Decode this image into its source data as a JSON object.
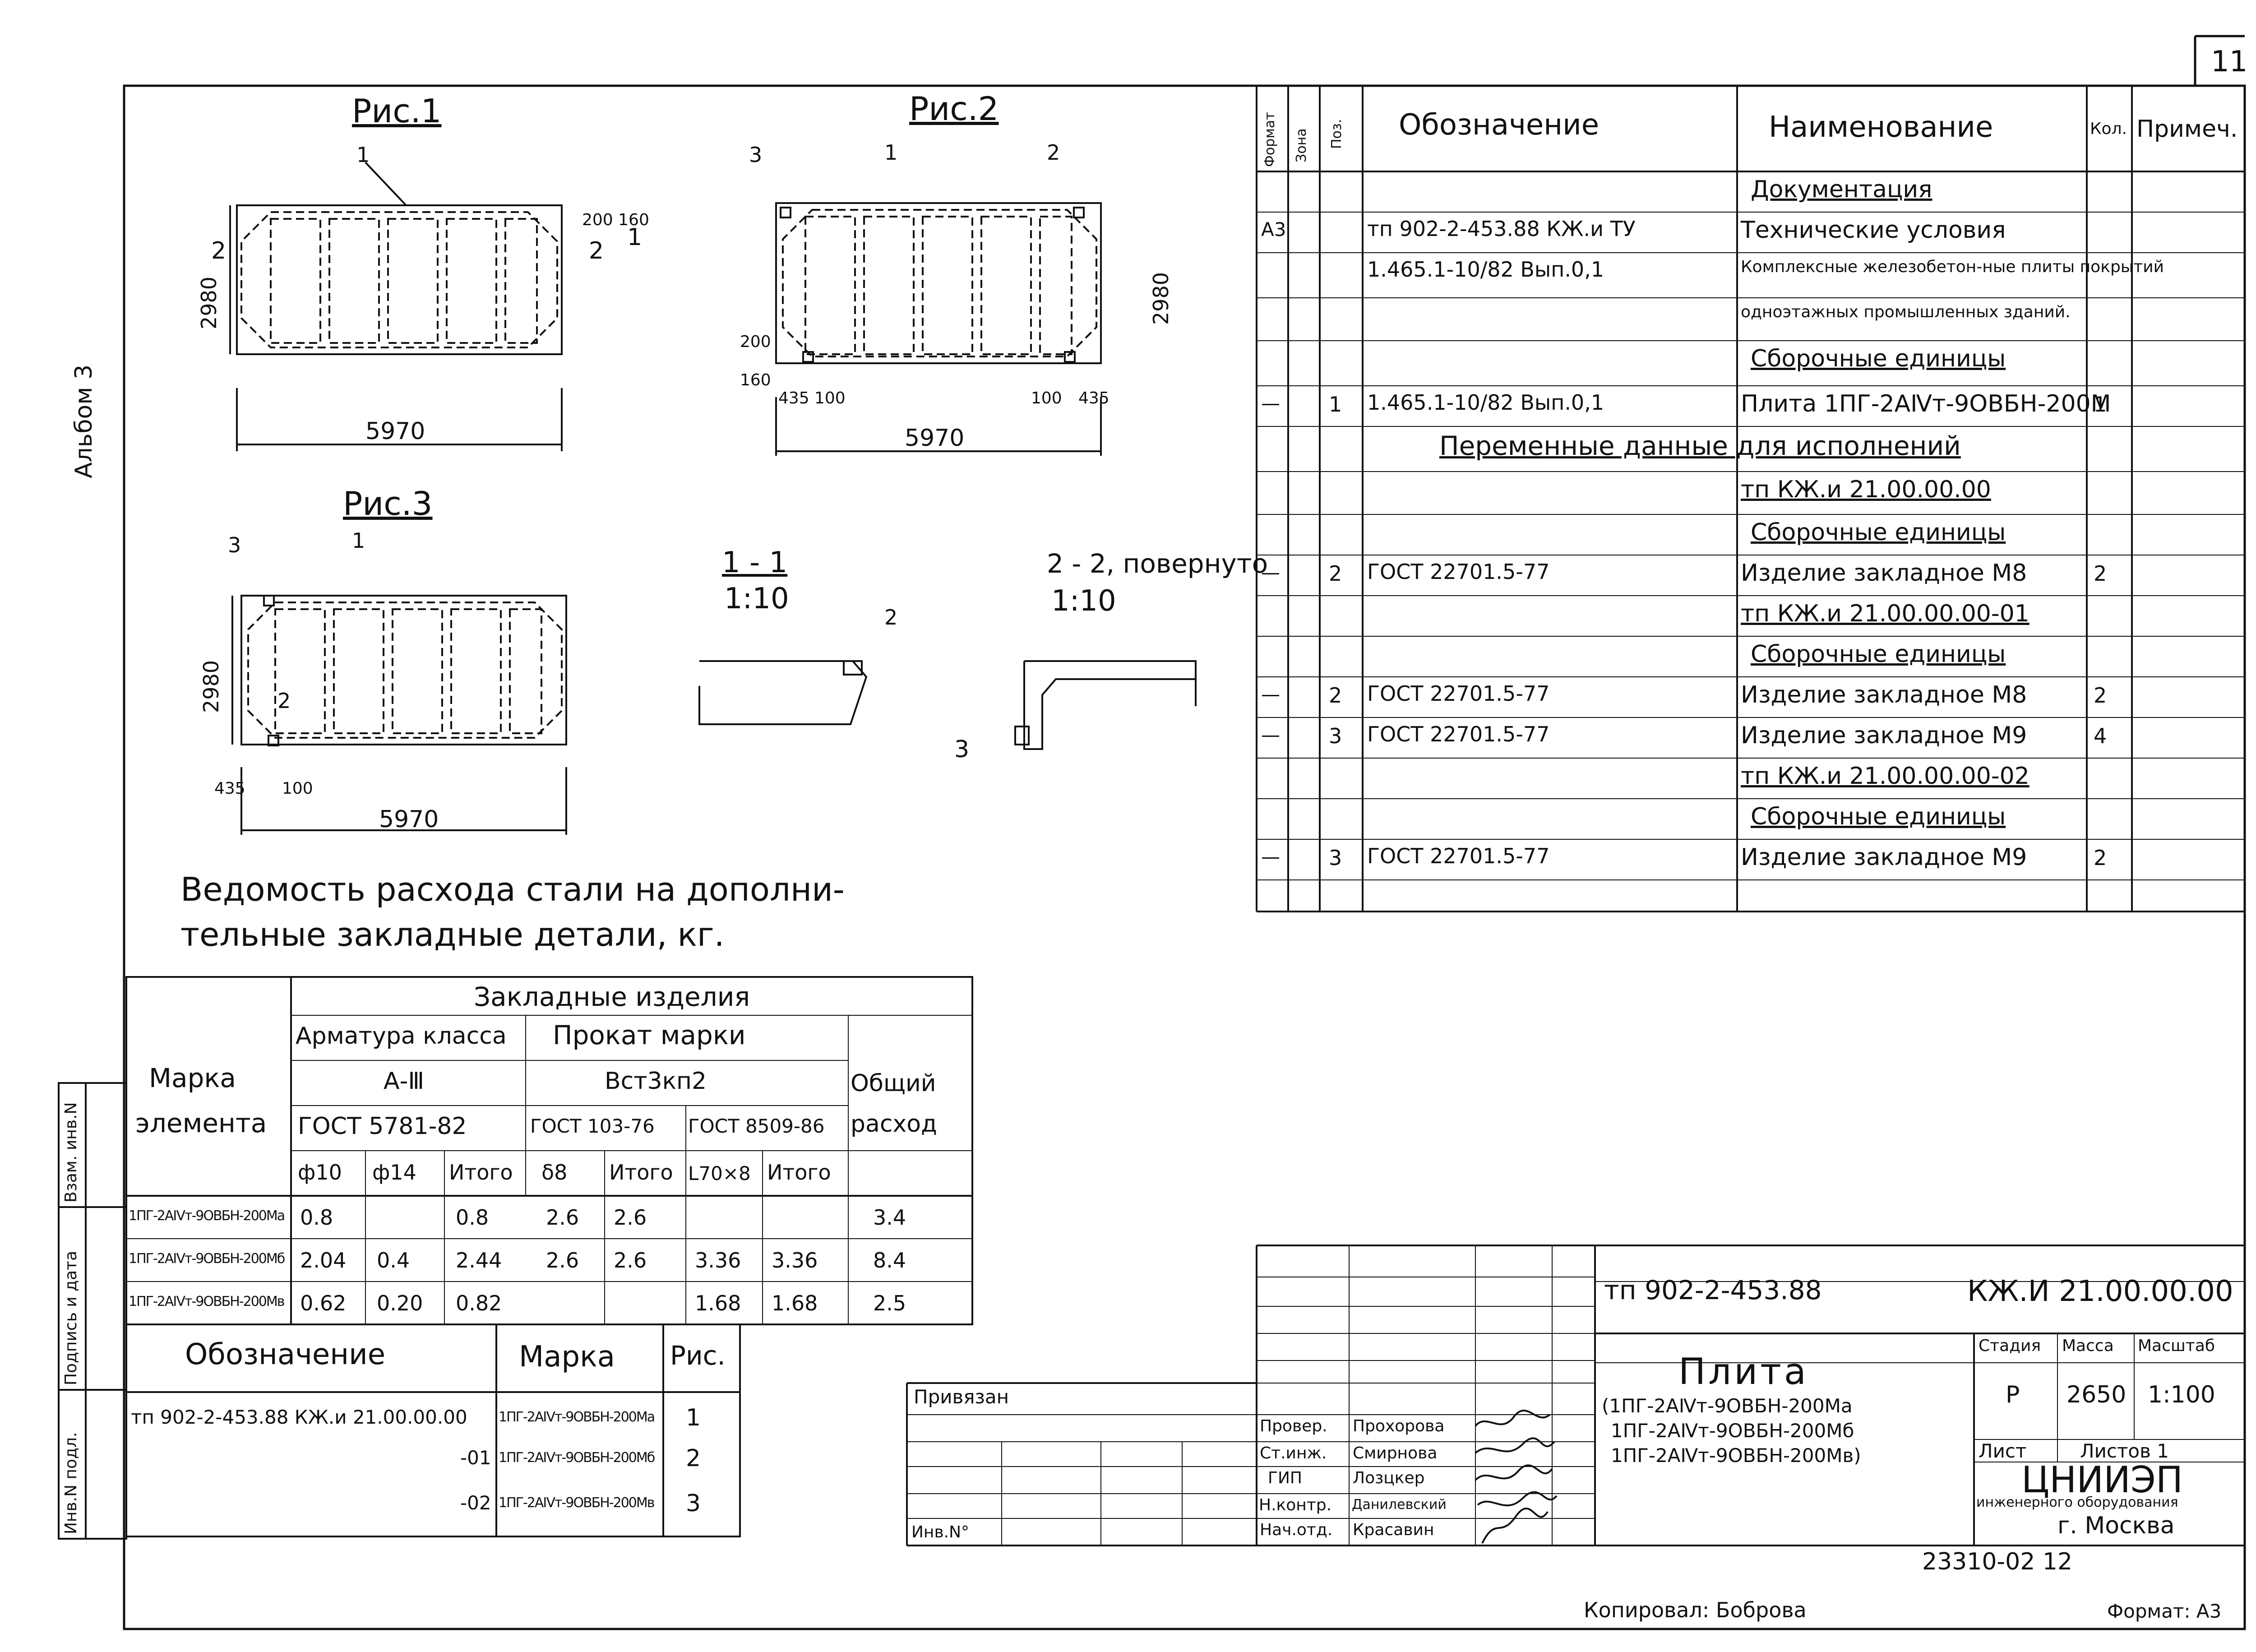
{
  "sheet_number": "11",
  "album": "Альбом 3",
  "figures": {
    "fig1": {
      "title": "Рис.1",
      "dim_width": "5970",
      "dim_height": "2980",
      "label_1": "1",
      "label_2a": "2",
      "label_2b": "2",
      "dim_small": "200 160",
      "section": "1"
    },
    "fig2": {
      "title": "Рис.2",
      "dim_width": "5970",
      "dim_height": "2980",
      "label_1": "1",
      "label_2": "2",
      "label_3": "3",
      "dim_a": "160",
      "dim_b": "200",
      "dim_c": "435",
      "dim_d": "100",
      "dim_e": "100",
      "dim_f": "435"
    },
    "fig3": {
      "title": "Рис.3",
      "dim_width": "5970",
      "dim_height": "2980",
      "label_1": "1",
      "label_2": "2",
      "label_3": "3",
      "dim_a": "435",
      "dim_b": "100"
    },
    "section11": {
      "title": "1 - 1",
      "scale": "1:10",
      "label": "2"
    },
    "section22": {
      "title": "2 - 2, повернуто",
      "scale": "1:10",
      "label": "3"
    }
  },
  "spec": {
    "headers": {
      "format": "Формат",
      "zone": "Зона",
      "pos": "Поз.",
      "designation": "Обозначение",
      "name": "Наименование",
      "qty": "Кол.",
      "note": "Примеч."
    },
    "rows": [
      {
        "format": "",
        "pos": "",
        "designation": "",
        "name": "Документация",
        "qty": "",
        "underline": true
      },
      {
        "format": "А3",
        "pos": "",
        "designation": "тп 902-2-453.88     КЖ.и ТУ",
        "name": "Технические условия",
        "qty": ""
      },
      {
        "format": "",
        "pos": "",
        "designation": "1.465.1-10/82  Вып.0,1",
        "name": "Комплексные железобетон-ные плиты покрытий",
        "qty": ""
      },
      {
        "format": "",
        "pos": "",
        "designation": "",
        "name": "одноэтажных промышленных зданий.",
        "qty": ""
      },
      {
        "format": "",
        "pos": "",
        "designation": "",
        "name": "Сборочные единицы",
        "qty": "",
        "underline": true
      },
      {
        "format": "—",
        "pos": "1",
        "designation": "1.465.1-10/82  Вып.0,1",
        "name": "Плита 1ПГ-2АⅣт-9ОВБН-200М",
        "qty": "1"
      },
      {
        "format": "",
        "pos": "",
        "designation": "Переменные данные для исполнений",
        "name": "",
        "qty": "",
        "span": true
      },
      {
        "format": "",
        "pos": "",
        "designation": "",
        "name": "тп      КЖ.и 21.00.00.00",
        "qty": "",
        "underline": true
      },
      {
        "format": "",
        "pos": "",
        "designation": "",
        "name": "Сборочные единицы",
        "qty": "",
        "underline": true
      },
      {
        "format": "—",
        "pos": "2",
        "designation": "ГОСТ 22701.5-77",
        "name": "Изделие закладное М8",
        "qty": "2"
      },
      {
        "format": "",
        "pos": "",
        "designation": "",
        "name": "тп     КЖ.и 21.00.00.00-01",
        "qty": "",
        "underline": true
      },
      {
        "format": "",
        "pos": "",
        "designation": "",
        "name": "Сборочные единицы",
        "qty": "",
        "underline": true
      },
      {
        "format": "—",
        "pos": "2",
        "designation": "ГОСТ 22701.5-77",
        "name": "Изделие закладное М8",
        "qty": "2"
      },
      {
        "format": "—",
        "pos": "3",
        "designation": "ГОСТ 22701.5-77",
        "name": "Изделие закладное М9",
        "qty": "4"
      },
      {
        "format": "",
        "pos": "",
        "designation": "",
        "name": "тп     КЖ.и 21.00.00.00-02",
        "qty": "",
        "underline": true
      },
      {
        "format": "",
        "pos": "",
        "designation": "",
        "name": "Сборочные единицы",
        "qty": "",
        "underline": true
      },
      {
        "format": "—",
        "pos": "3",
        "designation": "ГОСТ 22701.5-77",
        "name": "Изделие закладное М9",
        "qty": "2"
      },
      {
        "format": "",
        "pos": "",
        "designation": "",
        "name": "",
        "qty": ""
      }
    ]
  },
  "steel": {
    "title_line1": "Ведомость расхода стали на дополни-",
    "title_line2": "тельные закладные детали, кг.",
    "h_embedded": "Закладные изделия",
    "h_mark": "Марка",
    "h_element": "элемента",
    "h_rebar": "Арматура класса",
    "h_rebar_class": "А-Ⅲ",
    "h_rebar_gost": "ГОСТ 5781-82",
    "h_rolled": "Прокат марки",
    "h_rolled_grade": "Вст3кп2",
    "h_rolled_gost1": "ГОСТ 103-76",
    "h_rolled_gost2": "ГОСТ 8509-86",
    "h_total1": "Общий",
    "h_total2": "расход",
    "sub": [
      "ф10",
      "ф14",
      "Итого",
      "δ8",
      "Итого",
      "L70×8",
      "Итого"
    ],
    "rows": [
      {
        "mark": "1ПГ-2АⅣт-9ОВБН-200Ма",
        "c": [
          "0.8",
          "",
          "0.8",
          "2.6",
          "2.6",
          "",
          "",
          "3.4"
        ]
      },
      {
        "mark": "1ПГ-2АⅣт-9ОВБН-200Мб",
        "c": [
          "2.04",
          "0.4",
          "2.44",
          "2.6",
          "2.6",
          "3.36",
          "3.36",
          "8.4"
        ]
      },
      {
        "mark": "1ПГ-2АⅣт-9ОВБН-200Мв",
        "c": [
          "0.62",
          "0.20",
          "0.82",
          "",
          "",
          "1.68",
          "1.68",
          "2.5"
        ]
      }
    ]
  },
  "marks": {
    "h_designation": "Обозначение",
    "h_mark": "Марка",
    "h_fig": "Рис.",
    "rows": [
      {
        "designation": "тп 902-2-453.88    КЖ.и 21.00.00.00",
        "mark": "1ПГ-2АⅣт-9ОВБН-200Ма",
        "fig": "1"
      },
      {
        "designation": "-01",
        "mark": "1ПГ-2АⅣт-9ОВБН-200Мб",
        "fig": "2"
      },
      {
        "designation": "-02",
        "mark": "1ПГ-2АⅣт-9ОВБН-200Мв",
        "fig": "3"
      }
    ]
  },
  "side_stamp": {
    "inv_podl": "Инв.N подл.",
    "sign_date": "Подпись и дата",
    "vzam": "Взам. инв.N"
  },
  "title_block": {
    "project": "тп 902-2-453.88",
    "code": "КЖ.И 21.00.00.00",
    "privyazan": "Привязан",
    "inv": "Инв.N°",
    "roles": [
      "Провер.",
      "Ст.инж.",
      "ГИП",
      "Н.контр.",
      "Нач.отд."
    ],
    "names": [
      "Прохорова",
      "Смирнова",
      "Лозцкер",
      "Данилевский",
      "Красавин"
    ],
    "title": "Плита",
    "variants": [
      "(1ПГ-2АⅣт-9ОВБН-200Ма",
      "1ПГ-2АⅣт-9ОВБН-200Мб",
      "1ПГ-2АⅣт-9ОВБН-200Мв)"
    ],
    "stage_h": "Стадия",
    "mass_h": "Масса",
    "scale_h": "Масштаб",
    "stage": "Р",
    "mass": "2650",
    "scale": "1:100",
    "sheet": "Лист",
    "sheets": "Листов 1",
    "org1": "ЦНИИЭП",
    "org2": "инженерного оборудования",
    "org3": "г. Москва"
  },
  "footer": {
    "number": "23310-02  12",
    "copied": "Копировал: Боброва",
    "format": "Формат: А3"
  }
}
